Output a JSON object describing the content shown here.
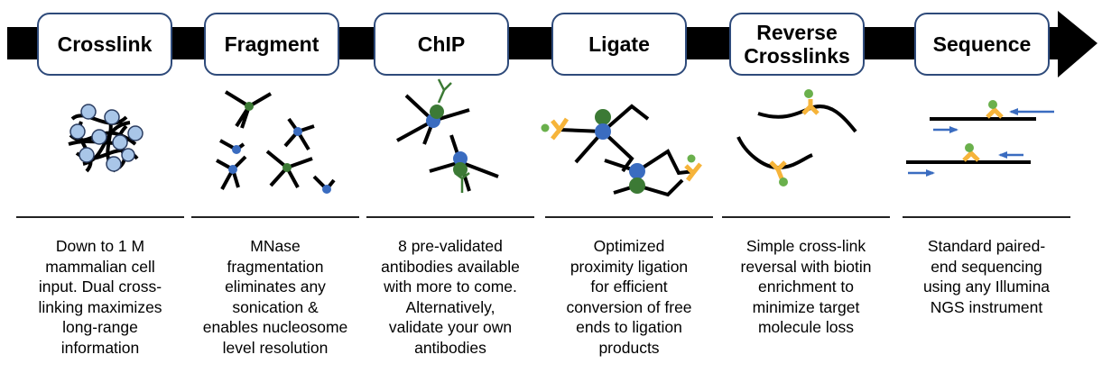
{
  "colors": {
    "arrow": "#000000",
    "box_border": "#2e4a7a",
    "nucleosome_blue": "#3a6cc0",
    "nucleosome_green": "#3c7a35",
    "biotin_yellow": "#f6b43a",
    "biotin_green": "#6ab04c",
    "crosslink_bead": "#a9c6e8",
    "read_arrow": "#3a6cc0"
  },
  "steps": [
    {
      "title": "Crosslink",
      "icon": "crosslinked-chromatin-icon",
      "description": "Down to 1 M\nmammalian cell\ninput. Dual cross-\nlinking maximizes\nlong-range\ninformation"
    },
    {
      "title": "Fragment",
      "icon": "fragmented-chromatin-icon",
      "description": "MNase\nfragmentation\neliminates any\nsonication &\nenables nucleosome\nlevel resolution"
    },
    {
      "title": "ChIP",
      "icon": "antibody-pulldown-icon",
      "description": "8 pre-validated\nantibodies available\nwith more to come.\nAlternatively,\nvalidate your own\nantibodies"
    },
    {
      "title": "Ligate",
      "icon": "proximity-ligation-icon",
      "description": "Optimized\nproximity ligation\nfor efficient\nconversion of free\nends to ligation\nproducts"
    },
    {
      "title": "Reverse\nCrosslinks",
      "icon": "biotin-junction-icon",
      "description": "Simple cross-link\nreversal with biotin\nenrichment to\nminimize target\nmolecule loss"
    },
    {
      "title": "Sequence",
      "icon": "paired-end-reads-icon",
      "description": "Standard paired-\nend sequencing\nusing any Illumina\nNGS instrument"
    }
  ]
}
